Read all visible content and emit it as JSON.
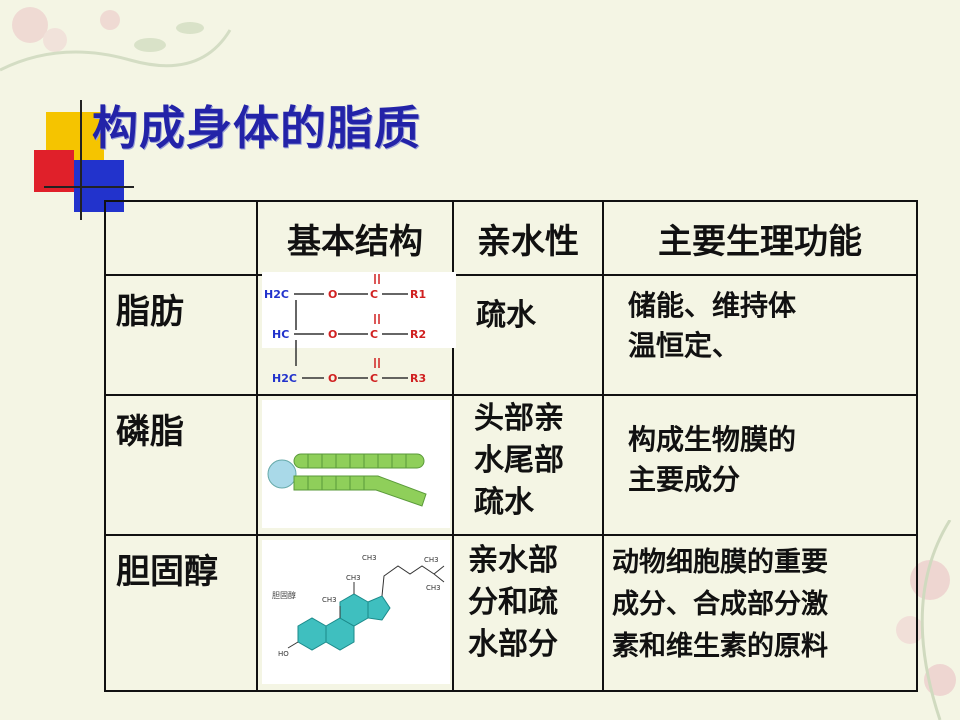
{
  "slide": {
    "title": "构成身体的脂质"
  },
  "table": {
    "headers": [
      "",
      "基本结构",
      "亲水性",
      "主要生理功能"
    ],
    "rows": [
      {
        "name": "脂肪",
        "hydrophilicity": "疏水",
        "function_lines": [
          "储能、维持体",
          "温恒定、"
        ]
      },
      {
        "name": "磷脂",
        "hydrophilicity_lines": [
          "头部亲",
          "水尾部",
          "疏水"
        ],
        "function_lines": [
          "构成生物膜的",
          "主要成分"
        ]
      },
      {
        "name": "胆固醇",
        "hydrophilicity_lines": [
          "亲水部",
          "分和疏",
          "水部分"
        ],
        "function_lines": [
          "动物细胞膜的重要",
          "成分、合成部分激",
          "素和维生素的原料"
        ]
      }
    ]
  },
  "fat_structure": {
    "labels": [
      "H2C",
      "O",
      "C",
      "R1",
      "HC",
      "O",
      "C",
      "R2",
      "H2C",
      "O",
      "C",
      "R3"
    ]
  },
  "cholesterol_image": {
    "caption": "胆固醇",
    "labels": [
      "CH3",
      "CH3",
      "CH3",
      "CH3",
      "CH3",
      "HO"
    ]
  },
  "colors": {
    "title": "#2323a8",
    "accent_yellow": "#f5c400",
    "accent_red": "#e0202a",
    "accent_blue": "#2233cc",
    "phospholipid_green": "#8fcf5a",
    "cholesterol_ring": "#3fbfbf"
  }
}
